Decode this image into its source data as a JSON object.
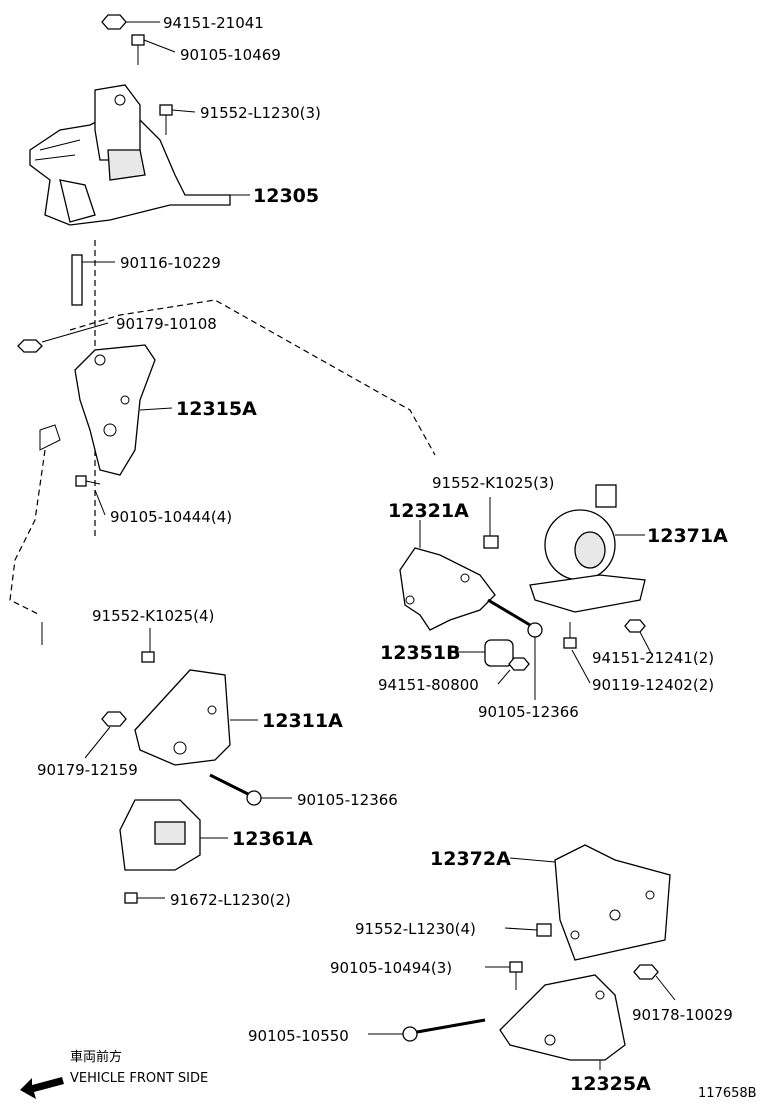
{
  "parts": {
    "p1": "94151-21041",
    "p2": "90105-10469",
    "p3": "91552-L1230(3)",
    "p4": "12305",
    "p5": "90116-10229",
    "p6": "90179-10108",
    "p7": "12315A",
    "p8": "91552-K1025(3)",
    "p9": "90105-10444(4)",
    "p10": "12321A",
    "p11": "12371A",
    "p12": "91552-K1025(4)",
    "p13": "12351B",
    "p14": "94151-21241(2)",
    "p15": "94151-80800",
    "p16": "90119-12402(2)",
    "p17": "90105-12366",
    "p18": "12311A",
    "p19": "90179-12159",
    "p20": "90105-12366",
    "p21": "12361A",
    "p22": "12372A",
    "p23": "91672-L1230(2)",
    "p24": "91552-L1230(4)",
    "p25": "90105-10494(3)",
    "p26": "90178-10029",
    "p27": "90105-10550",
    "p28": "12325A"
  },
  "footer": {
    "jp_label": "車両前方",
    "en_label": "VEHICLE FRONT SIDE",
    "diagram_code": "117658B"
  }
}
